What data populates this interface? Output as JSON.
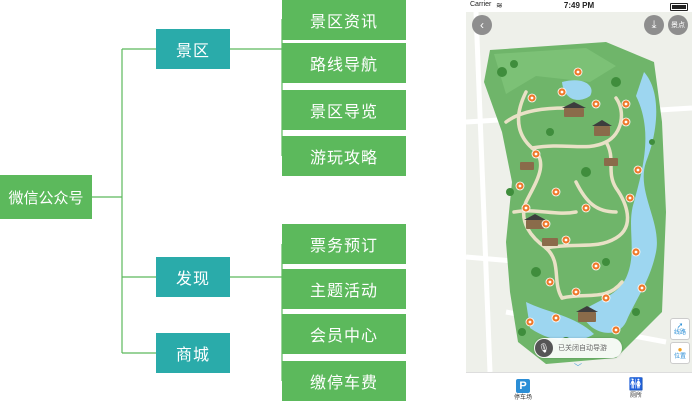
{
  "mindmap": {
    "root": "微信公众号",
    "branches": [
      {
        "label": "景区",
        "children": [
          "景区资讯",
          "路线导航",
          "景区导览",
          "游玩攻略"
        ]
      },
      {
        "label": "发现",
        "children": [
          "票务预订",
          "主题活动",
          "会员中心",
          "缴停车费"
        ]
      },
      {
        "label": "商城",
        "children": []
      }
    ]
  },
  "phone": {
    "status": {
      "carrier": "Carrier",
      "time": "7:49 PM"
    },
    "top_right_label": "景点",
    "side_tools": [
      {
        "label": "线路"
      },
      {
        "label": "位置"
      }
    ],
    "voice_guide_text": "已关闭自动导游",
    "bottom_bar": [
      {
        "label": "停车场"
      },
      {
        "label": "厕所"
      }
    ]
  },
  "colors": {
    "leaf": "#5cb95c",
    "branch": "#2aabaa",
    "connector": "#5cb95c",
    "water": "#9dd6f0",
    "grass": "#6fb56a",
    "path": "#e9e1c6",
    "marker": "#ef7a2c"
  },
  "icons": [
    "back-arrow-icon",
    "download-icon",
    "microphone-icon",
    "route-icon",
    "location-icon",
    "parking-icon",
    "toilet-icon",
    "map-marker-icon"
  ]
}
